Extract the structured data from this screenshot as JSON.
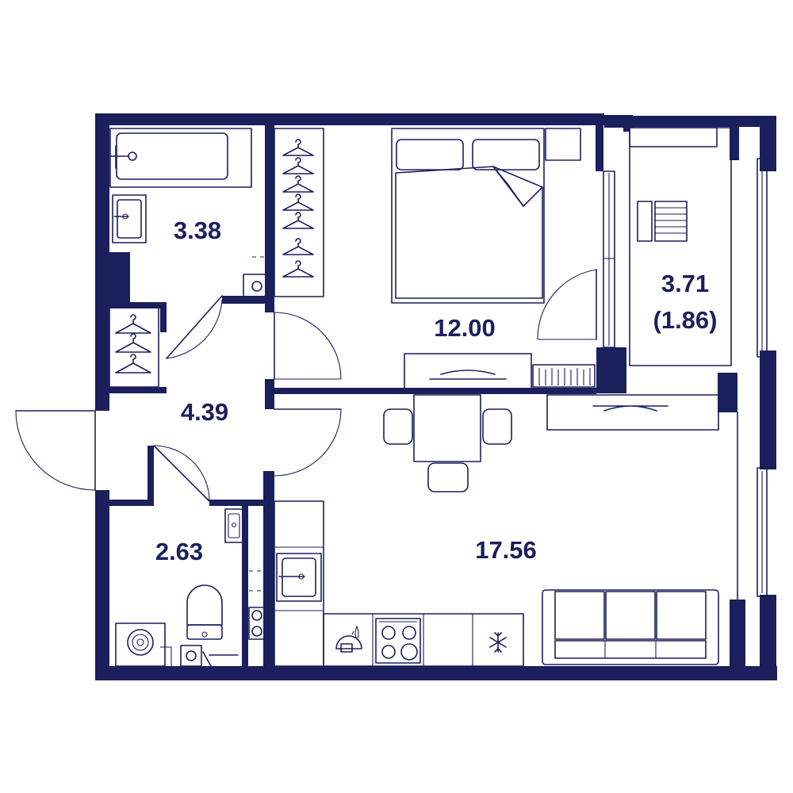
{
  "colors": {
    "wall": "#1b1f5c",
    "background": "#ffffff"
  },
  "rooms": {
    "bathroom": {
      "area": "3.38"
    },
    "bedroom": {
      "area": "12.00"
    },
    "balcony": {
      "area_line1": "3.71",
      "area_line2": "(1.86)"
    },
    "hallway": {
      "area": "4.39"
    },
    "toilet": {
      "area": "2.63"
    },
    "kitchen_living": {
      "area": "17.56"
    }
  },
  "icons": [
    "bathtub",
    "washbasin",
    "clothes-hanger",
    "double-bed",
    "desk",
    "radiator",
    "dining-table",
    "chair",
    "kitchen-sink",
    "stove",
    "dishwasher",
    "fridge",
    "sofa",
    "toilet",
    "washing-machine",
    "balcony-chair",
    "sliding-door"
  ]
}
